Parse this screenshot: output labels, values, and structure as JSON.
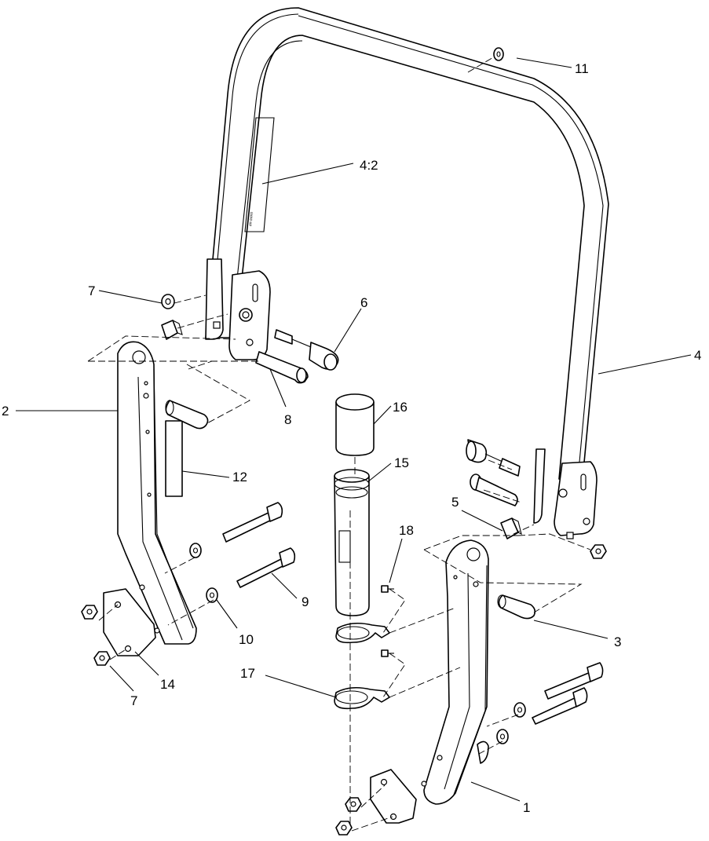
{
  "callouts": {
    "c1": "1",
    "c2": "2",
    "c3": "3",
    "c4": "4",
    "c4_2": "4:2",
    "c5": "5",
    "c6": "6",
    "c7_upper": "7",
    "c7_lower": "7",
    "c8": "8",
    "c9": "9",
    "c10": "10",
    "c11": "11",
    "c12": "12",
    "c14": "14",
    "c15": "15",
    "c16": "16",
    "c17": "17",
    "c18": "18"
  },
  "decal_text": "##-####"
}
